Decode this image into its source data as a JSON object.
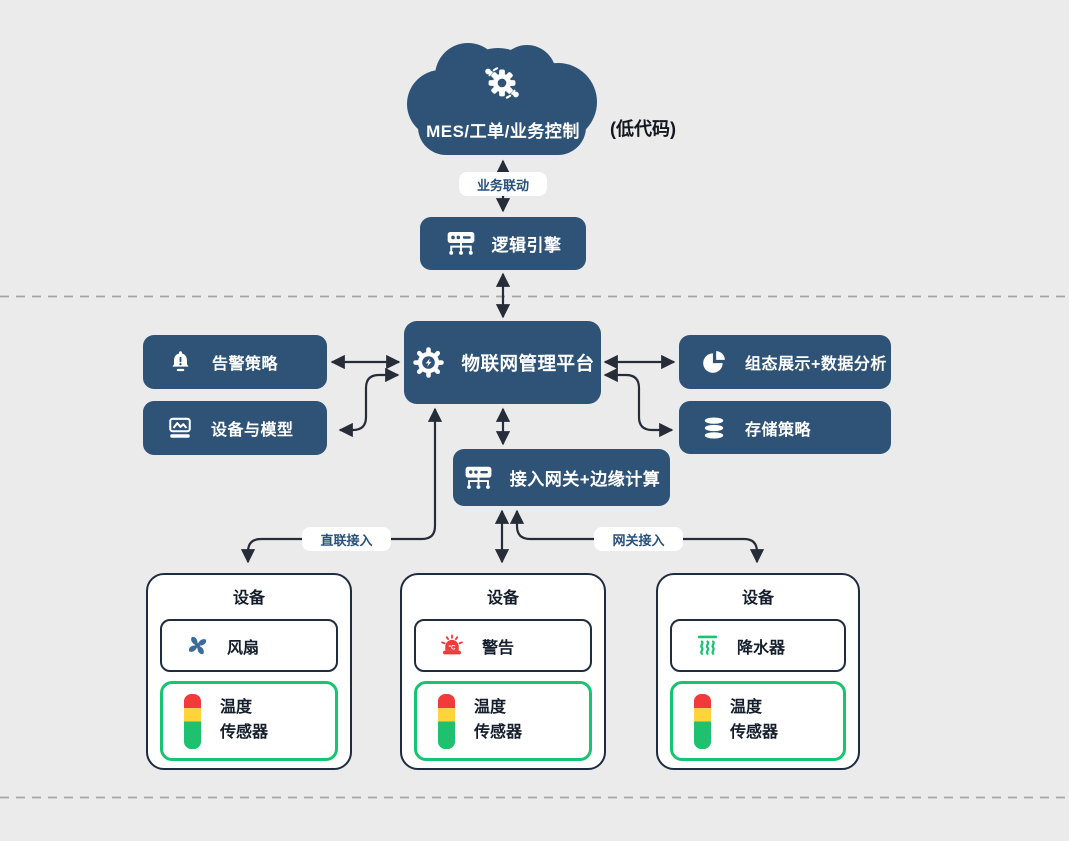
{
  "colors": {
    "background": "#ebebeb",
    "node_blue": "#2e5377",
    "navy_border": "#1f2c40",
    "pill_text_blue": "#27507c",
    "arrow": "#262c38",
    "dashed_divider": "#a6a6a6",
    "sensor_green": "#17c46f",
    "alarm_red": "#f23a3a",
    "tower_yellow": "#ffd43b",
    "fan_blue": "#3c6b99"
  },
  "cloud": {
    "label": "MES/工单/业务控制",
    "note": "(低代码)"
  },
  "pills": {
    "business": "业务联动",
    "direct": "直联接入",
    "gateway": "网关接入"
  },
  "nodes": {
    "logic_engine": "逻辑引擎",
    "platform": "物联网管理平台",
    "alarm_policy": "告警策略",
    "device_model": "设备与模型",
    "visualization": "组态展示+数据分析",
    "storage_policy": "存储策略",
    "access_gateway": "接入网关+边缘计算"
  },
  "icons": {
    "cloud_icon": "gear-automation-icon",
    "logic_icon": "server-flow-icon",
    "platform_icon": "chip-icon",
    "alarm_icon": "bell-alert-icon",
    "device_model_icon": "image-card-icon",
    "visualization_icon": "pie-chart-icon",
    "storage_icon": "database-icon",
    "gateway_icon": "server-flow-icon"
  },
  "devices": [
    {
      "title": "设备",
      "actuator": "风扇",
      "actuator_icon": "fan-icon",
      "sensor": "温度\n传感器",
      "sensor_icon": "tower-light-icon"
    },
    {
      "title": "设备",
      "actuator": "警告",
      "actuator_icon": "alarm-light-icon",
      "sensor": "温度\n传感器",
      "sensor_icon": "tower-light-icon"
    },
    {
      "title": "设备",
      "actuator": "降水器",
      "actuator_icon": "sprinkler-icon",
      "sensor": "温度\n传感器",
      "sensor_icon": "tower-light-icon"
    }
  ]
}
